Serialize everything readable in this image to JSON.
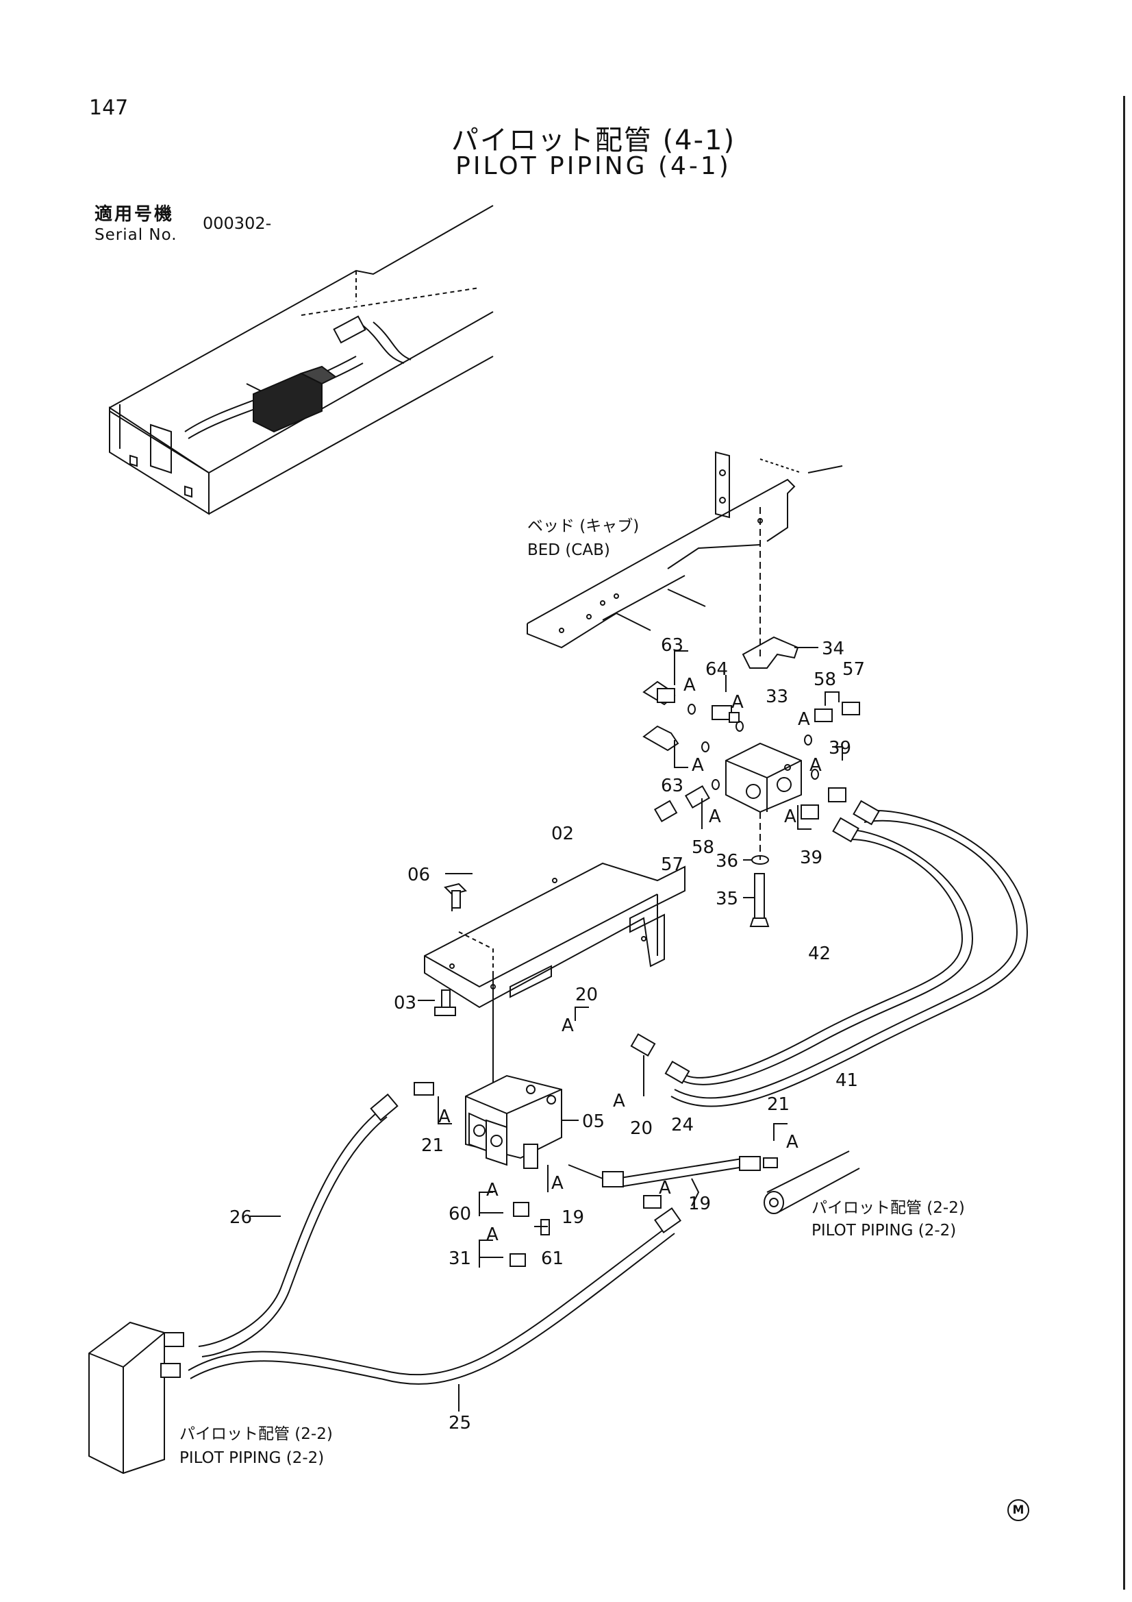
{
  "header": {
    "page_number": "147",
    "title_jp": "パイロット配管 (4-1)",
    "title_en": "PILOT PIPING (4-1)",
    "serial_label_jp": "適用号機",
    "serial_label_en": "Serial No.",
    "serial_value": "000302-"
  },
  "captions": {
    "bed_jp": "ベッド (キャブ)",
    "bed_en": "BED (CAB)",
    "ref_right_jp": "パイロット配管 (2-2)",
    "ref_right_en": "PILOT PIPING (2-2)",
    "ref_left_jp": "パイロット配管 (2-2)",
    "ref_left_en": "PILOT PIPING (2-2)"
  },
  "callouts": {
    "p63a": "63",
    "p64": "64",
    "p58a": "58",
    "p57a": "57",
    "p33": "33",
    "p34": "34",
    "p39a": "39",
    "p63b": "63",
    "p57b": "57",
    "p58b": "58",
    "p36": "36",
    "p39b": "39",
    "p35": "35",
    "p02": "02",
    "p06": "06",
    "p03": "03",
    "p42": "42",
    "p41": "41",
    "p20a": "20",
    "p20b": "20",
    "p05": "05",
    "p21a": "21",
    "p21b": "21",
    "p24": "24",
    "p19a": "19",
    "p19b": "19",
    "p60": "60",
    "p31": "31",
    "p61": "61",
    "p26": "26",
    "p25": "25"
  },
  "a_marks": [
    "A",
    "A",
    "A",
    "A",
    "A",
    "A",
    "A",
    "A",
    "A",
    "A",
    "A",
    "A",
    "A",
    "A",
    "A"
  ],
  "footer": {
    "mark": "M"
  }
}
